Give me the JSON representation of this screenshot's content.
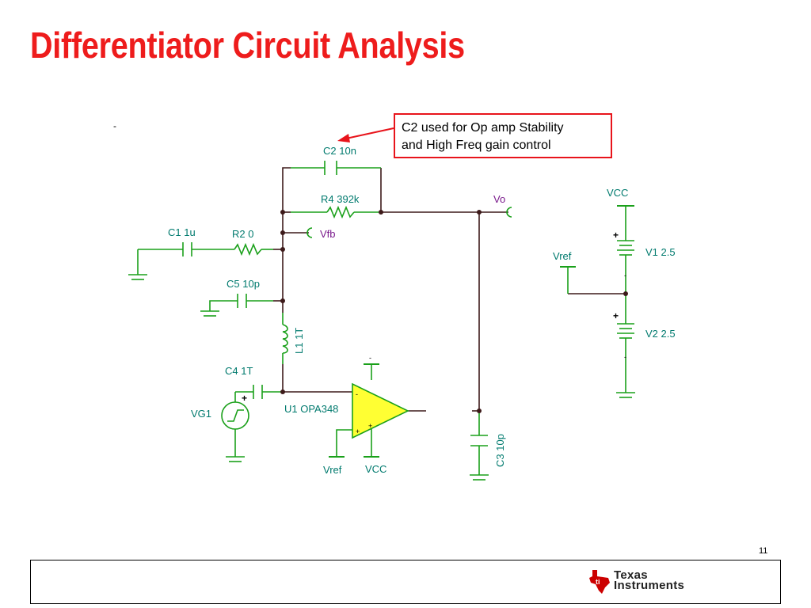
{
  "slide": {
    "title": "Differentiator Circuit Analysis",
    "stray_mark": "-",
    "page_number": "11"
  },
  "callout": {
    "line1": "C2 used for Op amp Stability",
    "line2": "and High Freq gain control"
  },
  "components": {
    "c2": "C2 10n",
    "r4": "R4 392k",
    "c1": "C1 1u",
    "r2": "R2 0",
    "c5": "C5 10p",
    "l1": "L1 1T",
    "c4": "C4 1T",
    "vg1": "VG1",
    "u1": "U1 OPA348",
    "c3": "C3 10p",
    "v1": "V1 2.5",
    "v2": "V2 2.5"
  },
  "nets": {
    "vo": "Vo",
    "vfb": "Vfb",
    "vref_supply": "Vref",
    "vcc_supply": "VCC",
    "vref_opamp": "Vref",
    "vcc_opamp": "VCC"
  },
  "signs": {
    "plus": "+",
    "minus": "-"
  },
  "footer": {
    "logo_line1": "Texas",
    "logo_line2": "Instruments"
  },
  "colors": {
    "title": "#ee1c1c",
    "wire": "#3d1a1a",
    "component": "#1aa01a",
    "label": "#007a6e",
    "net_label": "#7a1a8c",
    "opamp_fill": "#ffff33",
    "callout_border": "#e8141b",
    "ti_red": "#cc0000"
  }
}
